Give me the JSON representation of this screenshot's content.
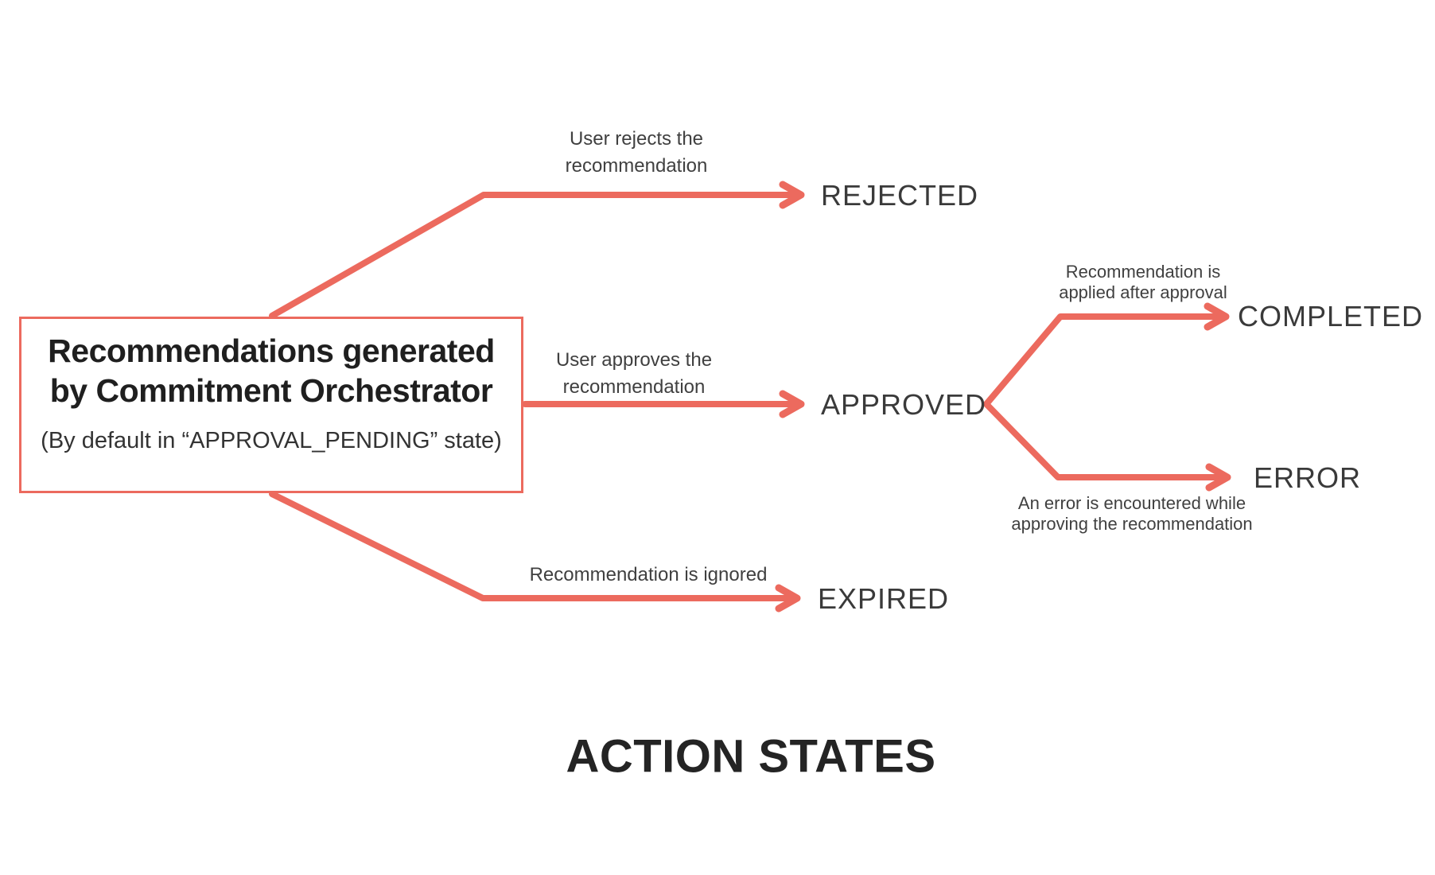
{
  "colors": {
    "accent": "#EC6A5E",
    "heading_text": "#1F1F1F",
    "state_text": "#3A3A3A",
    "label_text": "#404040",
    "footer_text": "#242424"
  },
  "source_box": {
    "title_line1": "Recommendations generated",
    "title_line2": "by Commitment Orchestrator",
    "subtitle": "(By default in “APPROVAL_PENDING” state)"
  },
  "states": {
    "rejected": "REJECTED",
    "approved": "APPROVED",
    "expired": "EXPIRED",
    "completed": "COMPLETED",
    "error": "ERROR"
  },
  "edge_labels": {
    "reject": {
      "line1": "User rejects the",
      "line2": "recommendation"
    },
    "approve": {
      "line1": "User approves the",
      "line2": "recommendation"
    },
    "expire": {
      "line1": "Recommendation is ignored"
    },
    "complete": {
      "line1": "Recommendation is",
      "line2": "applied after approval"
    },
    "error": {
      "line1": "An error is encountered while",
      "line2": "approving the recommendation"
    }
  },
  "footer": {
    "title": "ACTION STATES"
  }
}
